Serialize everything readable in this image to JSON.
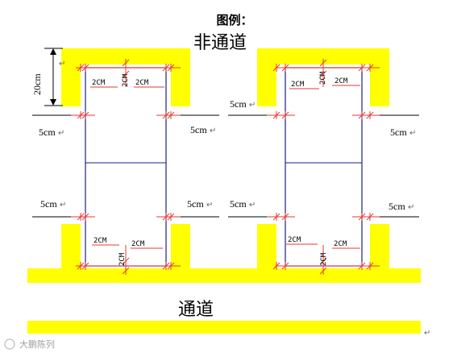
{
  "title": "图例：",
  "non_channel_label": "非通道",
  "channel_label": "通道",
  "height_label": "20cm",
  "gap_label": "5cm",
  "spacing_label": "2CM",
  "paragraph_mark": "↵",
  "watermark": "大鹏陈列",
  "colors": {
    "wall": "#ffff00",
    "frame": "#000000",
    "panel_divider": "#1a237e",
    "dimension": "#e53935",
    "text": "#000000",
    "watermark": "#9e9e9e"
  }
}
